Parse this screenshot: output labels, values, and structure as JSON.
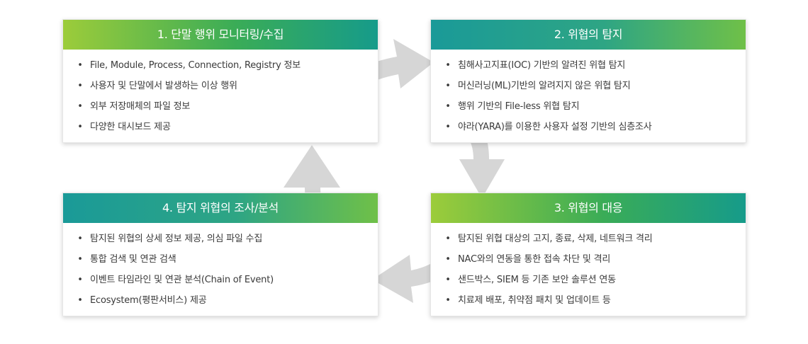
{
  "colors": {
    "arrow": "#d6d6d6",
    "header_green": "#3aac57",
    "header_teal": "#1a9a98",
    "text": "#3a3a3a"
  },
  "cards": [
    {
      "title": "1. 단말 행위 모니터링/수집",
      "items": [
        "File, Module, Process, Connection, Registry 정보",
        "사용자 및 단말에서 발생하는 이상 행위",
        "외부 저장매체의 파일 정보",
        "다양한 대시보드 제공"
      ]
    },
    {
      "title": "2. 위협의 탐지",
      "items": [
        "침해사고지표(IOC) 기반의 알려진 위협 탐지",
        "머신러닝(ML)기반의 알려지지 않은 위협 탐지",
        "행위 기반의 File-less 위협 탐지",
        "야라(YARA)를 이용한 사용자 설정 기반의 심층조사"
      ]
    },
    {
      "title": "3. 위협의 대응",
      "items": [
        "탐지된 위협 대상의 고지, 종료, 삭제, 네트워크 격리",
        "NAC와의 연동을 통한 접속 차단 및 격리",
        "샌드박스, SIEM 등 기존 보안 솔루션 연동",
        "치료제 배포, 취약점 패치 및 업데이트 등"
      ]
    },
    {
      "title": "4. 탐지 위협의 조사/분석",
      "items": [
        "탐지된 위협의 상세 정보 제공, 의심 파일 수집",
        "통합 검색 및 연관 검색",
        "이벤트 타임라인 및 연관 분석(Chain of Event)",
        "Ecosystem(평판서비스) 제공"
      ]
    }
  ],
  "bullet_char": "•"
}
